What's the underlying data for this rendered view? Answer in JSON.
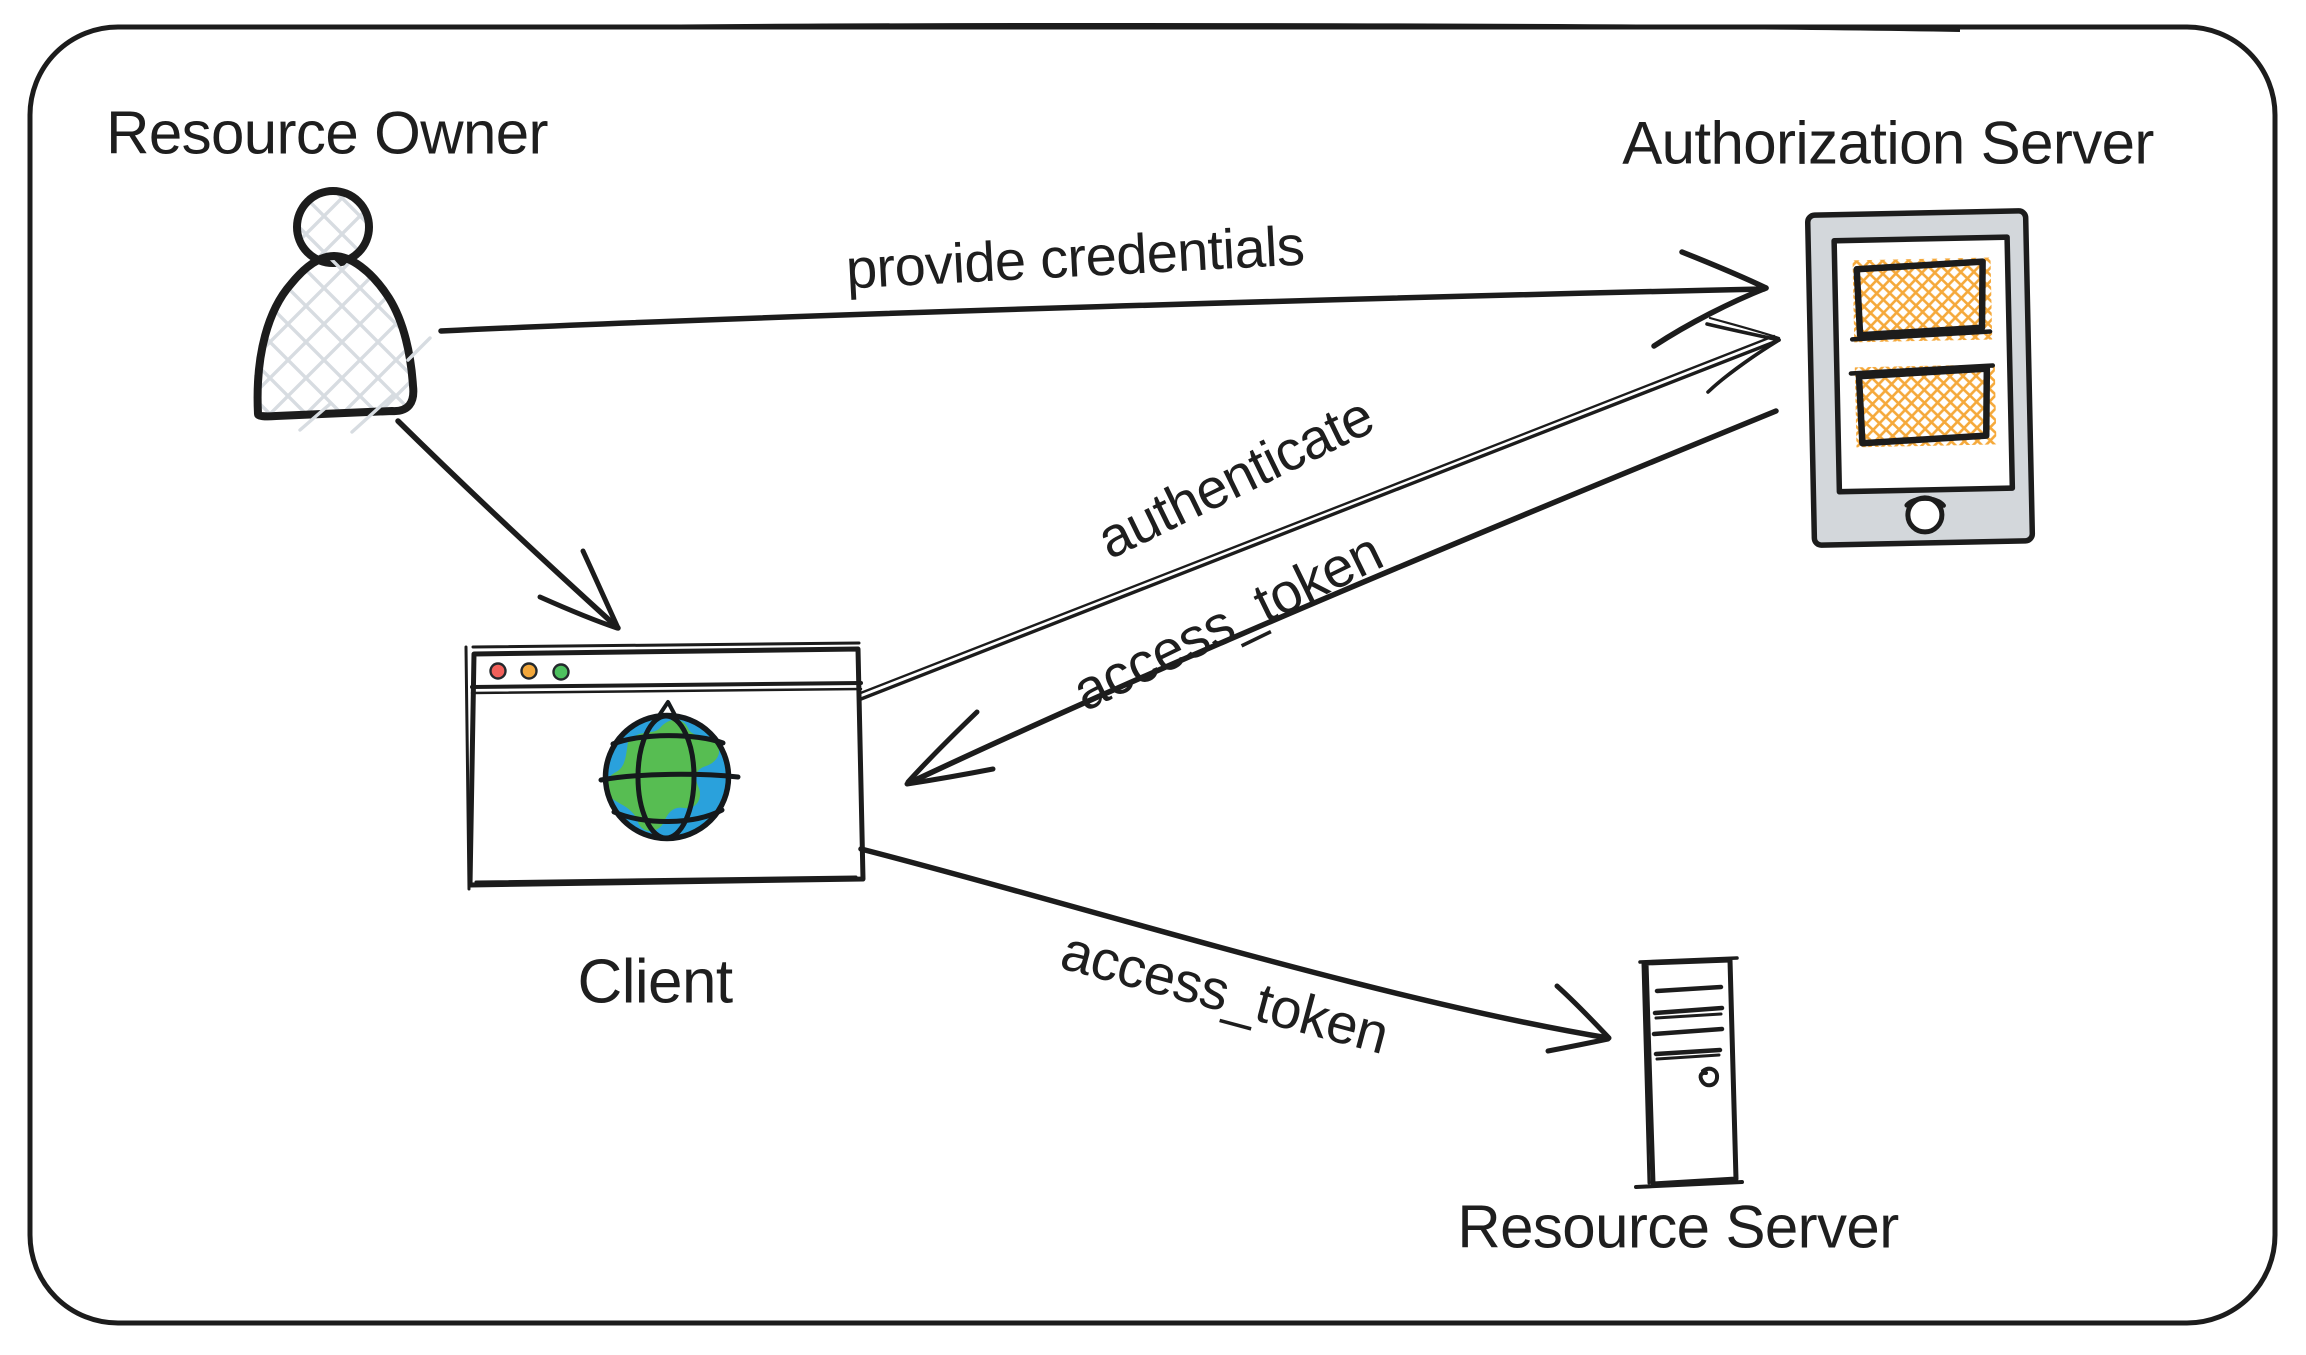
{
  "diagram": {
    "kind": "hand-drawn OAuth flow sketch",
    "nodes": [
      {
        "id": "resource-owner",
        "label": "Resource Owner",
        "icon": "person-icon"
      },
      {
        "id": "client",
        "label": "Client",
        "icon": "browser-window-icon"
      },
      {
        "id": "authorization-server",
        "label": "Authorization Server",
        "icon": "tablet-login-icon"
      },
      {
        "id": "resource-server",
        "label": "Resource Server",
        "icon": "server-tower-icon"
      }
    ],
    "edges": [
      {
        "from": "resource-owner",
        "to": "authorization-server",
        "label": "provide credentials"
      },
      {
        "from": "resource-owner",
        "to": "client",
        "label": ""
      },
      {
        "from": "client",
        "to": "authorization-server",
        "label": "authenticate"
      },
      {
        "from": "authorization-server",
        "to": "client",
        "label": "access_token"
      },
      {
        "from": "client",
        "to": "resource-server",
        "label": "access_token"
      }
    ],
    "colors": {
      "ink": "#1c1c1c",
      "tablet_body": "#d3d7db",
      "hatch_orange": "#f5a93b",
      "hatch_gray": "#d7dce1",
      "globe_blue": "#2aa1dc",
      "globe_green": "#57bd52",
      "traffic_red": "#f2605a",
      "traffic_yellow": "#f2a73b",
      "traffic_green": "#4dc05e"
    }
  }
}
